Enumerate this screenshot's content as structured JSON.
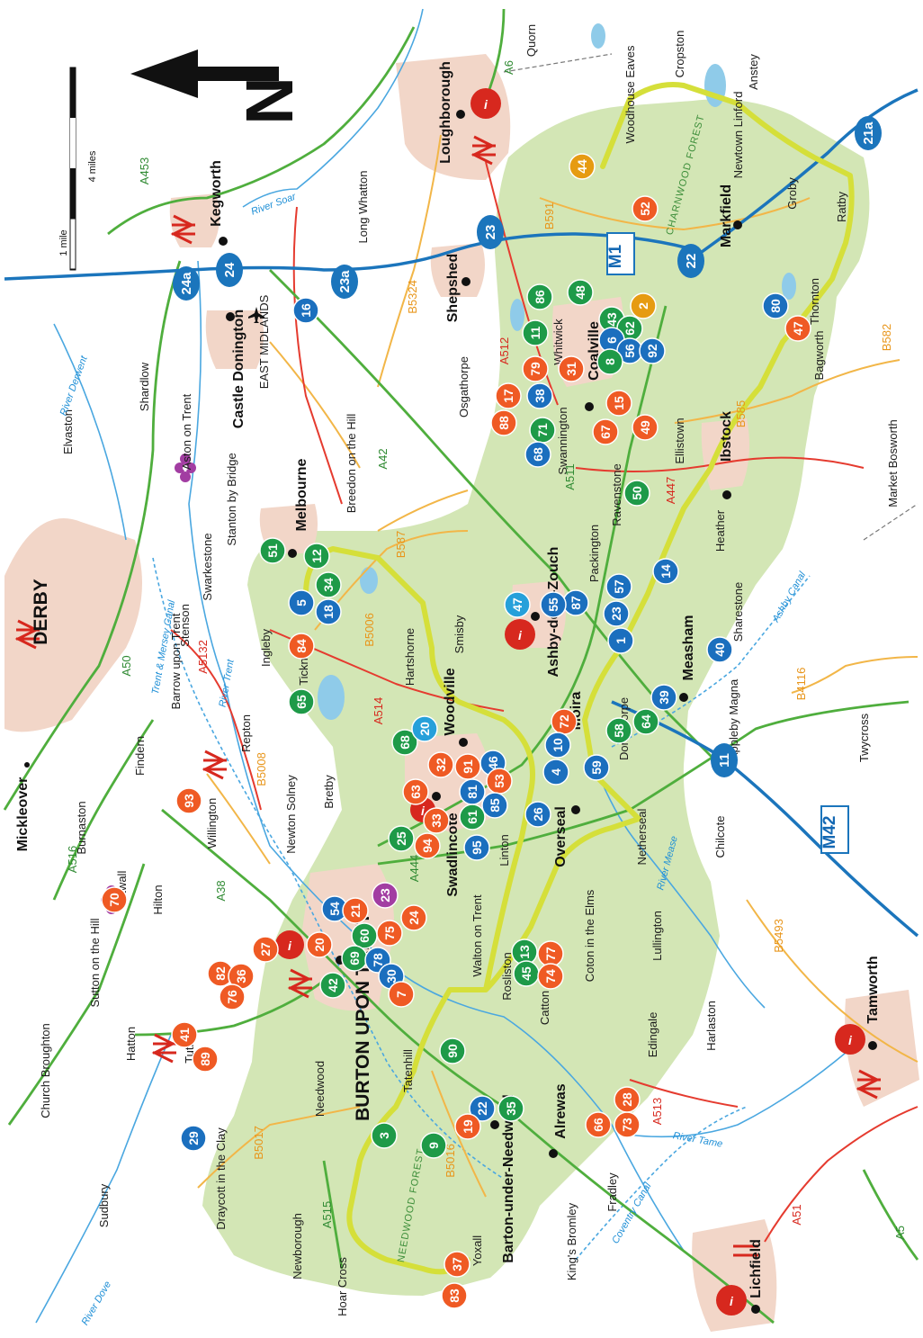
{
  "towns_major": [
    "DERBY",
    "BURTON UPON TRENT",
    "Loughborough",
    "Swadlincote",
    "Ashby-de-la-Zouch",
    "Coalville",
    "Tamworth",
    "Lichfield"
  ],
  "towns": [
    "Kegworth",
    "Castle Donington",
    "Melbourne",
    "Woodville",
    "Moira",
    "Overseal",
    "Measham",
    "Ibstock",
    "Markfield",
    "Shepshed",
    "Alrewas",
    "Barton-under-Needwood",
    "Mickleover"
  ],
  "villages": [
    "Sutton on the Hill",
    "Church Broughton",
    "Hatton",
    "Tutbury",
    "Sudbury",
    "Hilton",
    "Etwall",
    "Burnaston",
    "Findern",
    "Willington",
    "Repton",
    "Newton Solney",
    "Bretby",
    "Stenson",
    "Barrow upon Trent",
    "Ingleby",
    "Swarkestone",
    "Stanton by Bridge",
    "Aston on Trent",
    "Shardlow",
    "Elvaston",
    "Breedon on the Hill",
    "Long Whatton",
    "Osgathorpe",
    "Whitwick",
    "Swannington",
    "Ellistown",
    "Ravenstone",
    "Packington",
    "Heather",
    "Sharestone",
    "Appleby Magna",
    "Twycross",
    "Chilcote",
    "Netherseal",
    "Donisthorpe",
    "Linton",
    "Hartshorne",
    "Smisby",
    "Ticknall",
    "Walton on Trent",
    "Rosliston",
    "Coton in the Elms",
    "Lullington",
    "Catton",
    "Edingale",
    "Harlaston",
    "Fradley",
    "King's Bromley",
    "Yoxall",
    "Hoar Cross",
    "Newborough",
    "Needwood",
    "Tatenhill",
    "Draycott in the Clay",
    "Thornton",
    "Bagworth",
    "Groby",
    "Ratby",
    "Newtown Linford",
    "Anstey",
    "Cropston",
    "Woodhouse Eaves",
    "Quorn",
    "Market Bosworth"
  ],
  "airport": "EAST MIDLANDS",
  "roads": [
    "A6",
    "A50",
    "A453",
    "A42",
    "A512",
    "B5324",
    "B591",
    "B585",
    "B582",
    "A447",
    "A511",
    "B587",
    "B5006",
    "A514",
    "A444",
    "B4116",
    "A5132",
    "B5008",
    "A516",
    "A38",
    "A513",
    "B5493",
    "B5016",
    "A515",
    "B5017",
    "A51",
    "A5",
    "M1",
    "M42"
  ],
  "motorway_junctions": [
    "24a",
    "24",
    "23a",
    "23",
    "22",
    "21a",
    "11"
  ],
  "water": [
    "River Soar",
    "River Derwent",
    "River Trent",
    "Trent & Mersey Canal",
    "River Dove",
    "Ashby Canal",
    "River Mease",
    "River Tame",
    "Coventry Canal"
  ],
  "forests": [
    "CHARNWOOD FOREST",
    "NEEDWOOD FOREST"
  ],
  "scale": {
    "small": "1 mile",
    "large": "4 miles"
  },
  "north": "N",
  "info_symbol": "i",
  "markers": [
    {
      "n": "44",
      "c": "#e69b12"
    },
    {
      "n": "52",
      "c": "#ef5a24"
    },
    {
      "n": "86",
      "c": "#1e9a48"
    },
    {
      "n": "48",
      "c": "#1e9a48"
    },
    {
      "n": "2",
      "c": "#e69b12"
    },
    {
      "n": "11",
      "c": "#1e9a48"
    },
    {
      "n": "43",
      "c": "#1e9a48"
    },
    {
      "n": "62",
      "c": "#1e9a48"
    },
    {
      "n": "6",
      "c": "#1b6fbe"
    },
    {
      "n": "56",
      "c": "#1b6fbe"
    },
    {
      "n": "8",
      "c": "#1e9a48"
    },
    {
      "n": "92",
      "c": "#1b6fbe"
    },
    {
      "n": "79",
      "c": "#ef5a24"
    },
    {
      "n": "31",
      "c": "#ef5a24"
    },
    {
      "n": "38",
      "c": "#1b6fbe"
    },
    {
      "n": "17",
      "c": "#ef5a24"
    },
    {
      "n": "88",
      "c": "#ef5a24"
    },
    {
      "n": "15",
      "c": "#ef5a24"
    },
    {
      "n": "67",
      "c": "#ef5a24"
    },
    {
      "n": "49",
      "c": "#ef5a24"
    },
    {
      "n": "71",
      "c": "#1e9a48"
    },
    {
      "n": "68",
      "c": "#1b6fbe"
    },
    {
      "n": "80",
      "c": "#1b6fbe"
    },
    {
      "n": "47",
      "c": "#ef5a24"
    },
    {
      "n": "16",
      "c": "#1b6fbe"
    },
    {
      "n": "50",
      "c": "#1e9a48"
    },
    {
      "n": "14",
      "c": "#1b6fbe"
    },
    {
      "n": "51",
      "c": "#1e9a48"
    },
    {
      "n": "12",
      "c": "#1e9a48"
    },
    {
      "n": "34",
      "c": "#1e9a48"
    },
    {
      "n": "5",
      "c": "#1b6fbe"
    },
    {
      "n": "18",
      "c": "#1b6fbe"
    },
    {
      "n": "84",
      "c": "#ef5a24"
    },
    {
      "n": "87",
      "c": "#1b6fbe"
    },
    {
      "n": "55",
      "c": "#1b6fbe"
    },
    {
      "n": "57",
      "c": "#1b6fbe"
    },
    {
      "n": "23",
      "c": "#1b6fbe"
    },
    {
      "n": "1",
      "c": "#1b6fbe"
    },
    {
      "n": "40",
      "c": "#1b6fbe"
    },
    {
      "n": "47",
      "c": "#26a0da"
    },
    {
      "n": "65",
      "c": "#1e9a48"
    },
    {
      "n": "39",
      "c": "#1b6fbe"
    },
    {
      "n": "64",
      "c": "#1e9a48"
    },
    {
      "n": "72",
      "c": "#ef5a24"
    },
    {
      "n": "10",
      "c": "#1b6fbe"
    },
    {
      "n": "58",
      "c": "#1e9a48"
    },
    {
      "n": "59",
      "c": "#1b6fbe"
    },
    {
      "n": "4",
      "c": "#1b6fbe"
    },
    {
      "n": "68",
      "c": "#1e9a48"
    },
    {
      "n": "20",
      "c": "#26a0da"
    },
    {
      "n": "32",
      "c": "#ef5a24"
    },
    {
      "n": "91",
      "c": "#ef5a24"
    },
    {
      "n": "46",
      "c": "#1b6fbe"
    },
    {
      "n": "63",
      "c": "#ef5a24"
    },
    {
      "n": "81",
      "c": "#1b6fbe"
    },
    {
      "n": "53",
      "c": "#ef5a24"
    },
    {
      "n": "33",
      "c": "#ef5a24"
    },
    {
      "n": "61",
      "c": "#1e9a48"
    },
    {
      "n": "85",
      "c": "#1b6fbe"
    },
    {
      "n": "95",
      "c": "#1b6fbe"
    },
    {
      "n": "94",
      "c": "#ef5a24"
    },
    {
      "n": "25",
      "c": "#1e9a48"
    },
    {
      "n": "26",
      "c": "#1b6fbe"
    },
    {
      "n": "93",
      "c": "#ef5a24"
    },
    {
      "n": "23",
      "c": "#a23da2"
    },
    {
      "n": "54",
      "c": "#1b6fbe"
    },
    {
      "n": "21",
      "c": "#ef5a24"
    },
    {
      "n": "24",
      "c": "#ef5a24"
    },
    {
      "n": "70",
      "c": "#ef5a24"
    },
    {
      "n": "60",
      "c": "#1e9a48"
    },
    {
      "n": "75",
      "c": "#ef5a24"
    },
    {
      "n": "20",
      "c": "#ef5a24"
    },
    {
      "n": "69",
      "c": "#1e9a48"
    },
    {
      "n": "78",
      "c": "#1b6fbe"
    },
    {
      "n": "27",
      "c": "#ef5a24"
    },
    {
      "n": "42",
      "c": "#1e9a48"
    },
    {
      "n": "30",
      "c": "#1b6fbe"
    },
    {
      "n": "7",
      "c": "#ef5a24"
    },
    {
      "n": "82",
      "c": "#ef5a24"
    },
    {
      "n": "36",
      "c": "#ef5a24"
    },
    {
      "n": "76",
      "c": "#ef5a24"
    },
    {
      "n": "13",
      "c": "#1e9a48"
    },
    {
      "n": "45",
      "c": "#1e9a48"
    },
    {
      "n": "77",
      "c": "#ef5a24"
    },
    {
      "n": "74",
      "c": "#ef5a24"
    },
    {
      "n": "41",
      "c": "#ef5a24"
    },
    {
      "n": "89",
      "c": "#ef5a24"
    },
    {
      "n": "90",
      "c": "#1e9a48"
    },
    {
      "n": "22",
      "c": "#1b6fbe"
    },
    {
      "n": "35",
      "c": "#1e9a48"
    },
    {
      "n": "19",
      "c": "#ef5a24"
    },
    {
      "n": "3",
      "c": "#1e9a48"
    },
    {
      "n": "9",
      "c": "#1e9a48"
    },
    {
      "n": "66",
      "c": "#ef5a24"
    },
    {
      "n": "73",
      "c": "#ef5a24"
    },
    {
      "n": "28",
      "c": "#ef5a24"
    },
    {
      "n": "29",
      "c": "#1b6fbe"
    },
    {
      "n": "83",
      "c": "#ef5a24"
    },
    {
      "n": "37",
      "c": "#ef5a24"
    }
  ],
  "colors": {
    "forest_fill": "#d3e6b5",
    "urban_fill": "#f2d6c8",
    "motorway": "#1b75bc",
    "a_road": "#4fae3d",
    "red_road": "#e53b2f",
    "b_road": "#f2b648",
    "trail": "#d5df3a",
    "water": "#4aa7e0",
    "info_red": "#d7281e",
    "rail_red": "#d7281e"
  }
}
